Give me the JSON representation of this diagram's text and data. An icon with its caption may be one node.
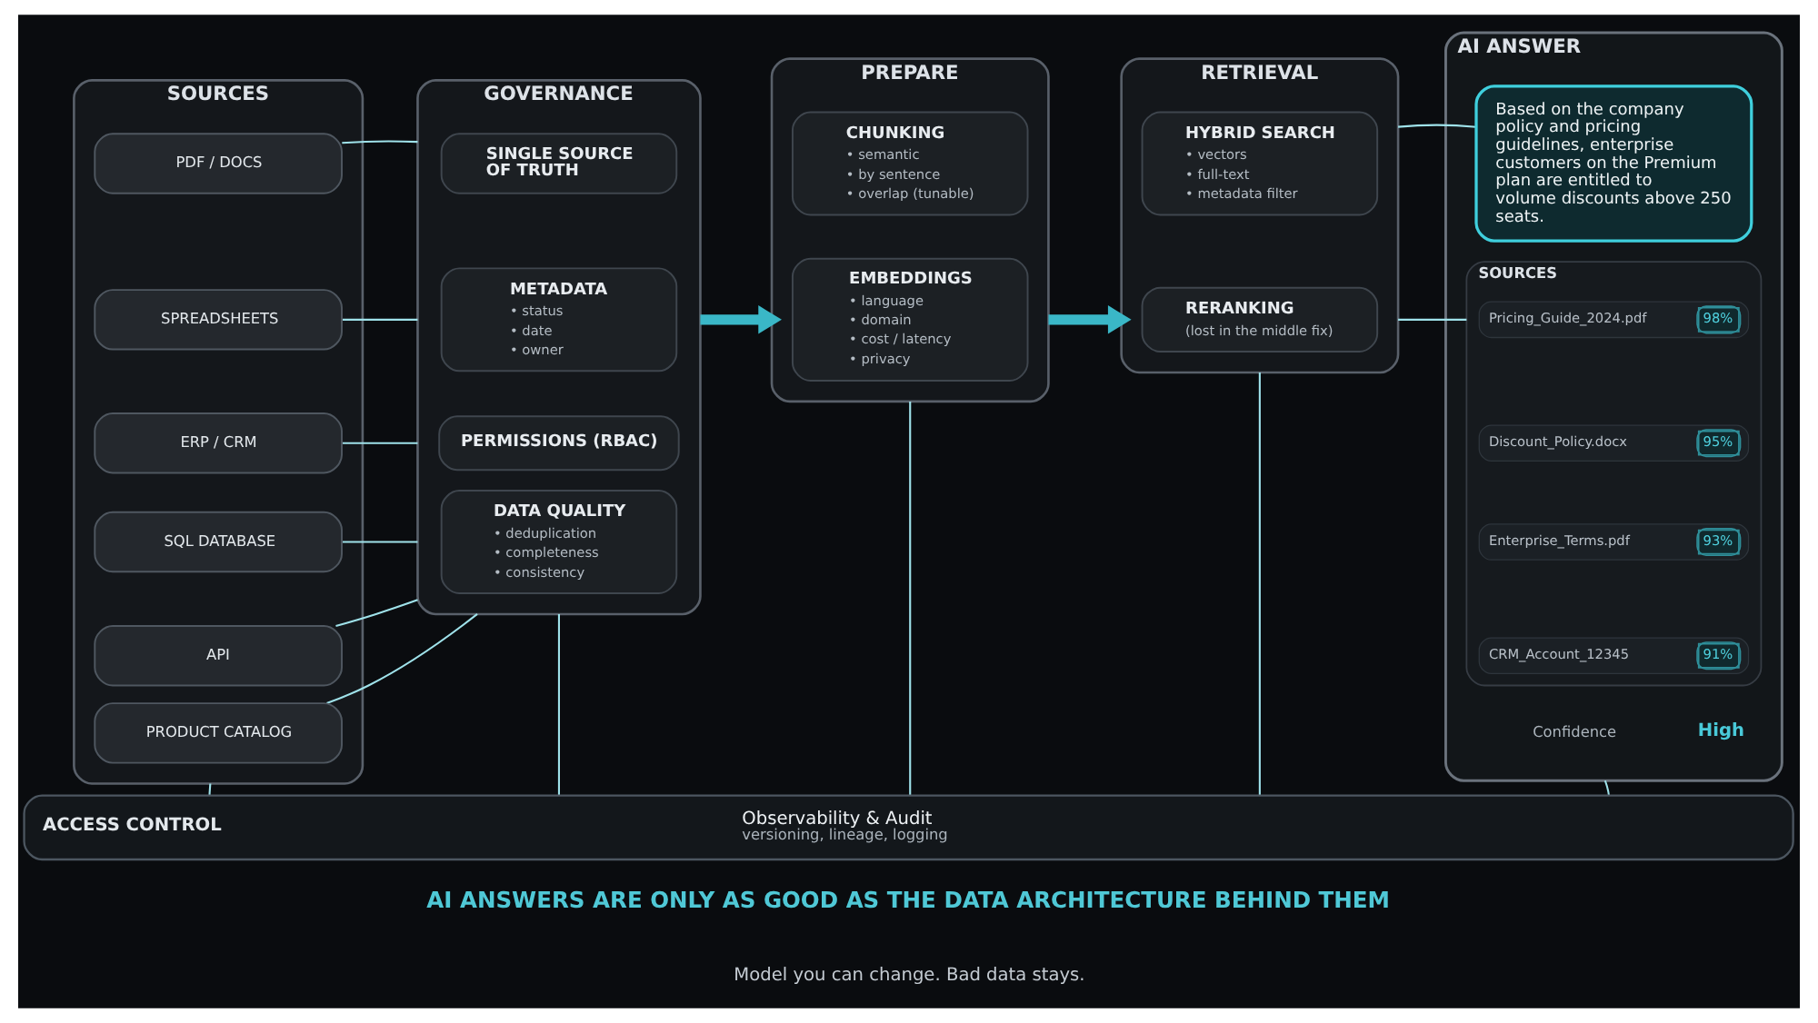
{
  "diagram": {
    "nodes": [
      {
        "text": [
          "SOURCES"
        ]
      },
      {
        "text": [
          "PDF / DOCS"
        ],
        "in": 0
      },
      {
        "text": [
          "SPREADSHEETS"
        ],
        "in": 0
      },
      {
        "text": [
          "ERP / CRM"
        ],
        "in": 0
      },
      {
        "text": [
          "SQL DATABASE"
        ],
        "in": 0
      },
      {
        "text": [
          "API"
        ],
        "in": 0
      },
      {
        "text": [
          "PRODUCT CATALOG"
        ],
        "in": 0
      },
      {
        "text": [
          "GOVERNANCE"
        ]
      },
      {
        "text": [
          "SINGLE SOURCE OF TRUTH"
        ],
        "in": 7
      },
      {
        "text": [
          "METADATA",
          "• status",
          "• date",
          "• owner"
        ],
        "in": 7
      },
      {
        "text": [
          "PERMISSIONS (RBAC)"
        ],
        "in": 7
      },
      {
        "text": [
          "DATA QUALITY",
          "• deduplication",
          "• completeness",
          "• consistency"
        ],
        "in": 7
      },
      {
        "text": [
          "PREPARE"
        ]
      },
      {
        "text": [
          "CHUNKING",
          "• semantic",
          "• by sentence",
          "• overlap (tunable)"
        ],
        "in": 12
      },
      {
        "text": [
          "EMBEDDINGS",
          "• language",
          "• domain",
          "• cost / latency",
          "• privacy"
        ],
        "in": 12
      },
      {
        "text": [
          "RETRIEVAL"
        ]
      },
      {
        "text": [
          "HYBRID SEARCH",
          "• vectors",
          "• full-text",
          "• metadata filter"
        ],
        "in": 15
      },
      {
        "text": [
          "RERANKING",
          "(lost in the middle fix)"
        ],
        "in": 15
      },
      {
        "text": [
          "AI ANSWER"
        ]
      },
      {
        "text": [
          "Based on the company policy and pricing guidelines, enterprise customers on the Premium plan are entitled to volume discounts above 250 seats."
        ],
        "in": 18
      },
      {
        "text": [
          "SOURCES"
        ],
        "in": 18
      },
      {
        "text": [
          "Pricing_Guide_2024.pdf",
          "98%"
        ],
        "in": 20
      },
      {
        "text": [
          "Discount_Policy.docx",
          "95%"
        ],
        "in": 20
      },
      {
        "text": [
          "Enterprise_Terms.pdf",
          "93%"
        ],
        "in": 20
      },
      {
        "text": [
          "CRM_Account_12345",
          "91%"
        ],
        "in": 20
      },
      {
        "text": [
          "ACCESS CONTROL",
          "Observability & Audit",
          "versioning, lineage, logging"
        ]
      }
    ],
    "edges": [
      {
        "from": 1,
        "to": 7,
        "arrow": "none"
      },
      {
        "from": 2,
        "to": 7,
        "arrow": "none"
      },
      {
        "from": 3,
        "to": 7,
        "arrow": "none"
      },
      {
        "from": 4,
        "to": 7,
        "arrow": "none"
      },
      {
        "from": 5,
        "to": 7,
        "arrow": "none"
      },
      {
        "from": 6,
        "to": 7,
        "arrow": "none"
      },
      {
        "from": 7,
        "to": 12,
        "arrow": "to",
        "style": "thick",
        "color": "#3ab7c7"
      },
      {
        "from": 12,
        "to": 15,
        "arrow": "to",
        "style": "thick",
        "color": "#3ab7c7"
      },
      {
        "from": 15,
        "to": 19,
        "arrow": "none"
      },
      {
        "from": 15,
        "to": 20,
        "arrow": "none"
      },
      {
        "from": 0,
        "to": 25,
        "arrow": "none"
      },
      {
        "from": 7,
        "to": 25,
        "arrow": "none"
      },
      {
        "from": 12,
        "to": 25,
        "arrow": "none"
      },
      {
        "from": 15,
        "to": 25,
        "arrow": "none"
      },
      {
        "from": 18,
        "to": 25,
        "arrow": "none"
      }
    ],
    "labels": [
      "Confidence",
      "High",
      "AI ANSWERS ARE ONLY AS GOOD AS THE DATA ARCHITECTURE BEHIND THEM",
      "Model you can change. Bad data stays."
    ]
  }
}
